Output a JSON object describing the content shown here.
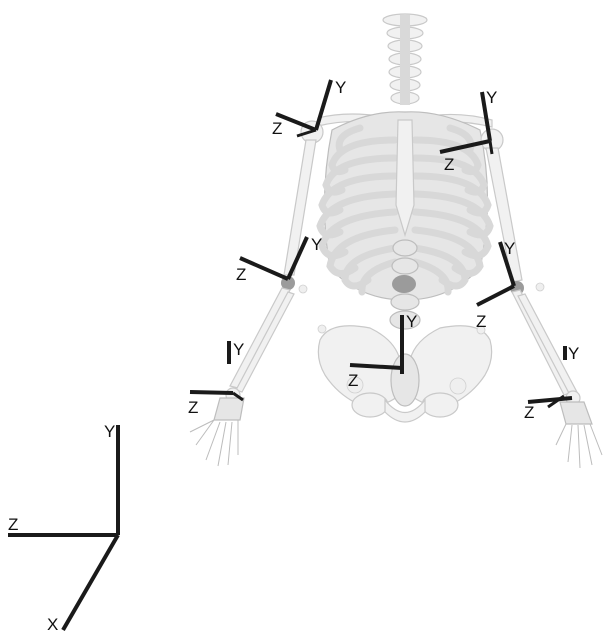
{
  "viewport": {
    "background": "#ffffff"
  },
  "colors": {
    "axis": "#1a1a1a",
    "bone": "#f1f1f1",
    "bone_edge": "#c9c9c9",
    "joint": "#9b9b9b"
  },
  "global_axes": {
    "x_label": "X",
    "y_label": "Y",
    "z_label": "Z"
  },
  "joint_frames": [
    {
      "name": "right-shoulder",
      "y_label": "Y",
      "z_label": "Z"
    },
    {
      "name": "left-shoulder",
      "y_label": "Y",
      "z_label": "Z"
    },
    {
      "name": "right-elbow",
      "y_label": "Y",
      "z_label": "Z"
    },
    {
      "name": "left-elbow",
      "y_label": "Y",
      "z_label": "Z"
    },
    {
      "name": "pelvis",
      "y_label": "Y",
      "z_label": "Z"
    },
    {
      "name": "right-wrist",
      "y_label": "Y",
      "z_label": "Z"
    },
    {
      "name": "left-wrist",
      "y_label": "Y",
      "z_label": "Z"
    }
  ]
}
